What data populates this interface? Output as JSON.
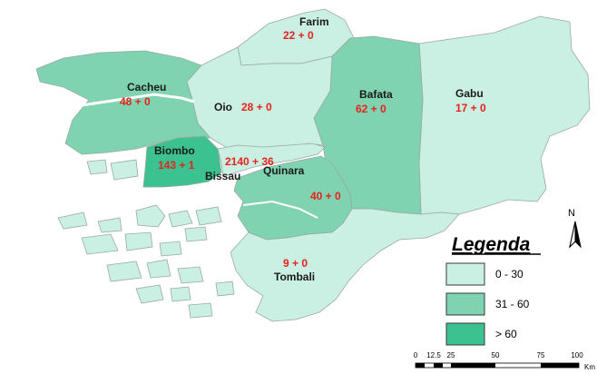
{
  "regions": [
    {
      "name": "Farim",
      "value": "22 + 0",
      "class": "0 - 30"
    },
    {
      "name": "Cacheu",
      "value": "48 + 0",
      "class": "31 - 60"
    },
    {
      "name": "Oio",
      "value": "28 + 0",
      "class": "0 - 30"
    },
    {
      "name": "Bafata",
      "value": "62 + 0",
      "class": "31 - 60"
    },
    {
      "name": "Gabu",
      "value": "17 + 0",
      "class": "0 - 30"
    },
    {
      "name": "Biombo",
      "value": "143 + 1",
      "class": "> 60"
    },
    {
      "name": "Bissau",
      "value": "2140 + 36",
      "class": "0 - 30"
    },
    {
      "name": "Quinara",
      "value": "40 + 0",
      "class": "31 - 60"
    },
    {
      "name": "Tombali",
      "value": "9 + 0",
      "class": "0 - 30"
    }
  ],
  "legend": {
    "title": "Legenda",
    "items": [
      {
        "label": "0 - 30",
        "color": "#c9f0e3"
      },
      {
        "label": "31 - 60",
        "color": "#7fd3b0"
      },
      {
        "label": "> 60",
        "color": "#3cc190"
      }
    ]
  },
  "north_arrow": {
    "label": "N"
  },
  "scale_bar": {
    "ticks": [
      "0",
      "12.5",
      "25",
      "50",
      "75",
      "100"
    ],
    "unit": "Km"
  }
}
